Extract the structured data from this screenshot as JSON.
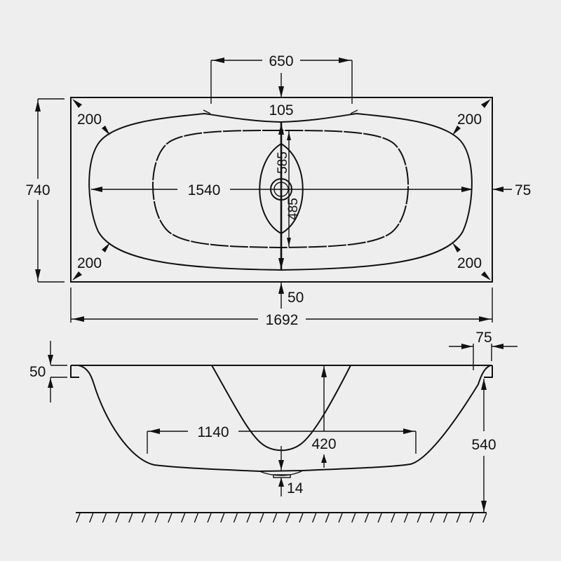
{
  "diagram": {
    "subject": "Double-ended bathtub dimension drawing",
    "units": "mm",
    "background_color": "#eeeeee",
    "line_color": "#111111"
  },
  "plan_view": {
    "overall_length": "1692",
    "overall_width": "740",
    "inner_length": "1540",
    "rim_side_width": "75",
    "rim_end_width": "50",
    "top_rim_width": "105",
    "overflow_span": "650",
    "corner_radius_top_left": "200",
    "corner_radius_top_right": "200",
    "corner_radius_bottom_left": "200",
    "corner_radius_bottom_right": "200",
    "drain_to_far_edge": "585",
    "drain_to_near_edge": "485"
  },
  "side_view": {
    "rim_thickness": "50",
    "rim_overhang": "75",
    "bottom_flat_length": "1140",
    "inner_depth": "420",
    "drain_protrusion": "14",
    "total_height": "540"
  }
}
